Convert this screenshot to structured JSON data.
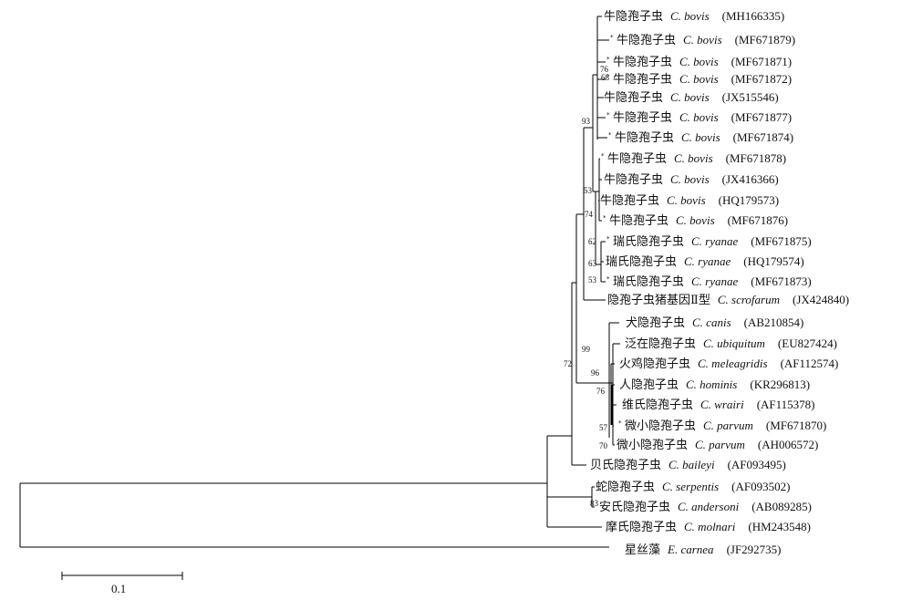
{
  "taxa": [
    {
      "mark": "",
      "cn": "牛隐孢子虫",
      "sp": "C. bovis",
      "acc": "(MH166335)"
    },
    {
      "mark": "*",
      "cn": "牛隐孢子虫",
      "sp": "C. bovis",
      "acc": "(MF671879)"
    },
    {
      "mark": "*",
      "cn": "牛隐孢子虫",
      "sp": "C. bovis",
      "acc": "(MF671871)"
    },
    {
      "mark": "*",
      "cn": "牛隐孢子虫",
      "sp": "C. bovis",
      "acc": "(MF671872)"
    },
    {
      "mark": "",
      "cn": "牛隐孢子虫",
      "sp": "C. bovis",
      "acc": "(JX515546)"
    },
    {
      "mark": "*",
      "cn": "牛隐孢子虫",
      "sp": "C. bovis",
      "acc": "(MF671877)"
    },
    {
      "mark": "*",
      "cn": "牛隐孢子虫",
      "sp": "C. bovis",
      "acc": "(MF671874)"
    },
    {
      "mark": "*",
      "cn": "牛隐孢子虫",
      "sp": "C. bovis",
      "acc": "(MF671878)"
    },
    {
      "mark": "",
      "cn": "牛隐孢子虫",
      "sp": "C. bovis",
      "acc": "(JX416366)"
    },
    {
      "mark": "",
      "cn": "牛隐孢子虫",
      "sp": "C. bovis",
      "acc": "(HQ179573)"
    },
    {
      "mark": "*",
      "cn": "牛隐孢子虫",
      "sp": "C. bovis",
      "acc": "(MF671876)"
    },
    {
      "mark": "*",
      "cn": "瑞氏隐孢子虫",
      "sp": "C. ryanae",
      "acc": "(MF671875)"
    },
    {
      "mark": "",
      "cn": "瑞氏隐孢子虫",
      "sp": "C. ryanae",
      "acc": "(HQ179574)"
    },
    {
      "mark": "*",
      "cn": "瑞氏隐孢子虫",
      "sp": "C. ryanae",
      "acc": "(MF671873)"
    },
    {
      "mark": "",
      "cn": "隐孢子虫猪基因Ⅱ型",
      "sp": "C. scrofarum",
      "acc": "(JX424840)"
    },
    {
      "mark": "",
      "cn": "犬隐孢子虫",
      "sp": "C. canis",
      "acc": "(AB210854)"
    },
    {
      "mark": "",
      "cn": "泛在隐孢子虫",
      "sp": "C. ubiquitum",
      "acc": "(EU827424)"
    },
    {
      "mark": "",
      "cn": "火鸡隐孢子虫",
      "sp": "C. meleagridis",
      "acc": "(AF112574)"
    },
    {
      "mark": "",
      "cn": "人隐孢子虫",
      "sp": "C. hominis",
      "acc": "(KR296813)"
    },
    {
      "mark": "",
      "cn": "维氏隐孢子虫",
      "sp": "C. wrairi",
      "acc": "(AF115378)"
    },
    {
      "mark": "*",
      "cn": "微小隐孢子虫",
      "sp": "C. parvum",
      "acc": "(MF671870)"
    },
    {
      "mark": "",
      "cn": "微小隐孢子虫",
      "sp": "C. parvum",
      "acc": "(AH006572)"
    },
    {
      "mark": "",
      "cn": "贝氏隐孢子虫",
      "sp": "C. baileyi",
      "acc": "(AF093495)"
    },
    {
      "mark": "",
      "cn": "蛇隐孢子虫",
      "sp": "C. serpentis",
      "acc": "(AF093502)"
    },
    {
      "mark": "",
      "cn": "安氏隐孢子虫",
      "sp": "C. andersoni",
      "acc": "(AB089285)"
    },
    {
      "mark": "",
      "cn": "摩氏隐孢子虫",
      "sp": "C. molnari",
      "acc": "(HM243548)"
    },
    {
      "mark": "",
      "cn": "星丝藻",
      "sp": "E. carnea",
      "acc": "(JF292735)"
    }
  ],
  "bootstrap": [
    {
      "value": "76"
    },
    {
      "value": "68"
    },
    {
      "value": "93"
    },
    {
      "value": "53"
    },
    {
      "value": "74"
    },
    {
      "value": "62"
    },
    {
      "value": "63"
    },
    {
      "value": "53"
    },
    {
      "value": "99"
    },
    {
      "value": "72"
    },
    {
      "value": "96"
    },
    {
      "value": "76"
    },
    {
      "value": "57"
    },
    {
      "value": "70"
    },
    {
      "value": "83"
    }
  ],
  "scale_bar": {
    "label": "0.1",
    "value": 0.1
  }
}
